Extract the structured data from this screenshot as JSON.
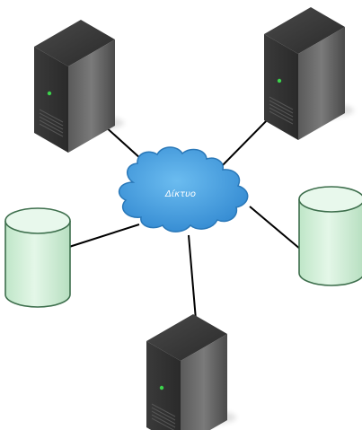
{
  "network": {
    "label": "Δίκτυο"
  },
  "colors": {
    "cloud_fill": "#4ba3e0",
    "cloud_stroke": "#2a78b8",
    "server_dark": "#2b2b2b",
    "server_light": "#6a6a6a",
    "disk_fill": "#d7f2dd",
    "disk_stroke": "#3d6e4c",
    "link": "#000000",
    "led": "#3cd44c"
  },
  "nodes": {
    "servers": [
      "server-top-left",
      "server-top-right",
      "server-bottom"
    ],
    "storage": [
      "storage-left",
      "storage-right"
    ]
  }
}
